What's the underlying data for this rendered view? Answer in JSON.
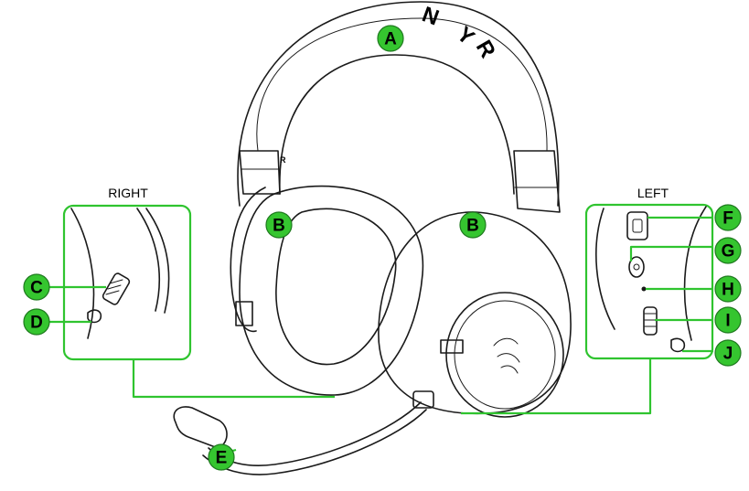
{
  "labels": {
    "right": "RIGHT",
    "left": "LEFT"
  },
  "callouts": {
    "a": "A",
    "b1": "B",
    "b2": "B",
    "c": "C",
    "d": "D",
    "e": "E",
    "f": "F",
    "g": "G",
    "h": "H",
    "i": "I",
    "j": "J"
  },
  "headband_text": {
    "r_marker": "R",
    "logo_letters": [
      "N",
      "Y",
      "R"
    ]
  },
  "colors": {
    "callout_green": "#35c52f",
    "callout_line": "#2fc42f",
    "line_art": "#1a1a1a"
  }
}
